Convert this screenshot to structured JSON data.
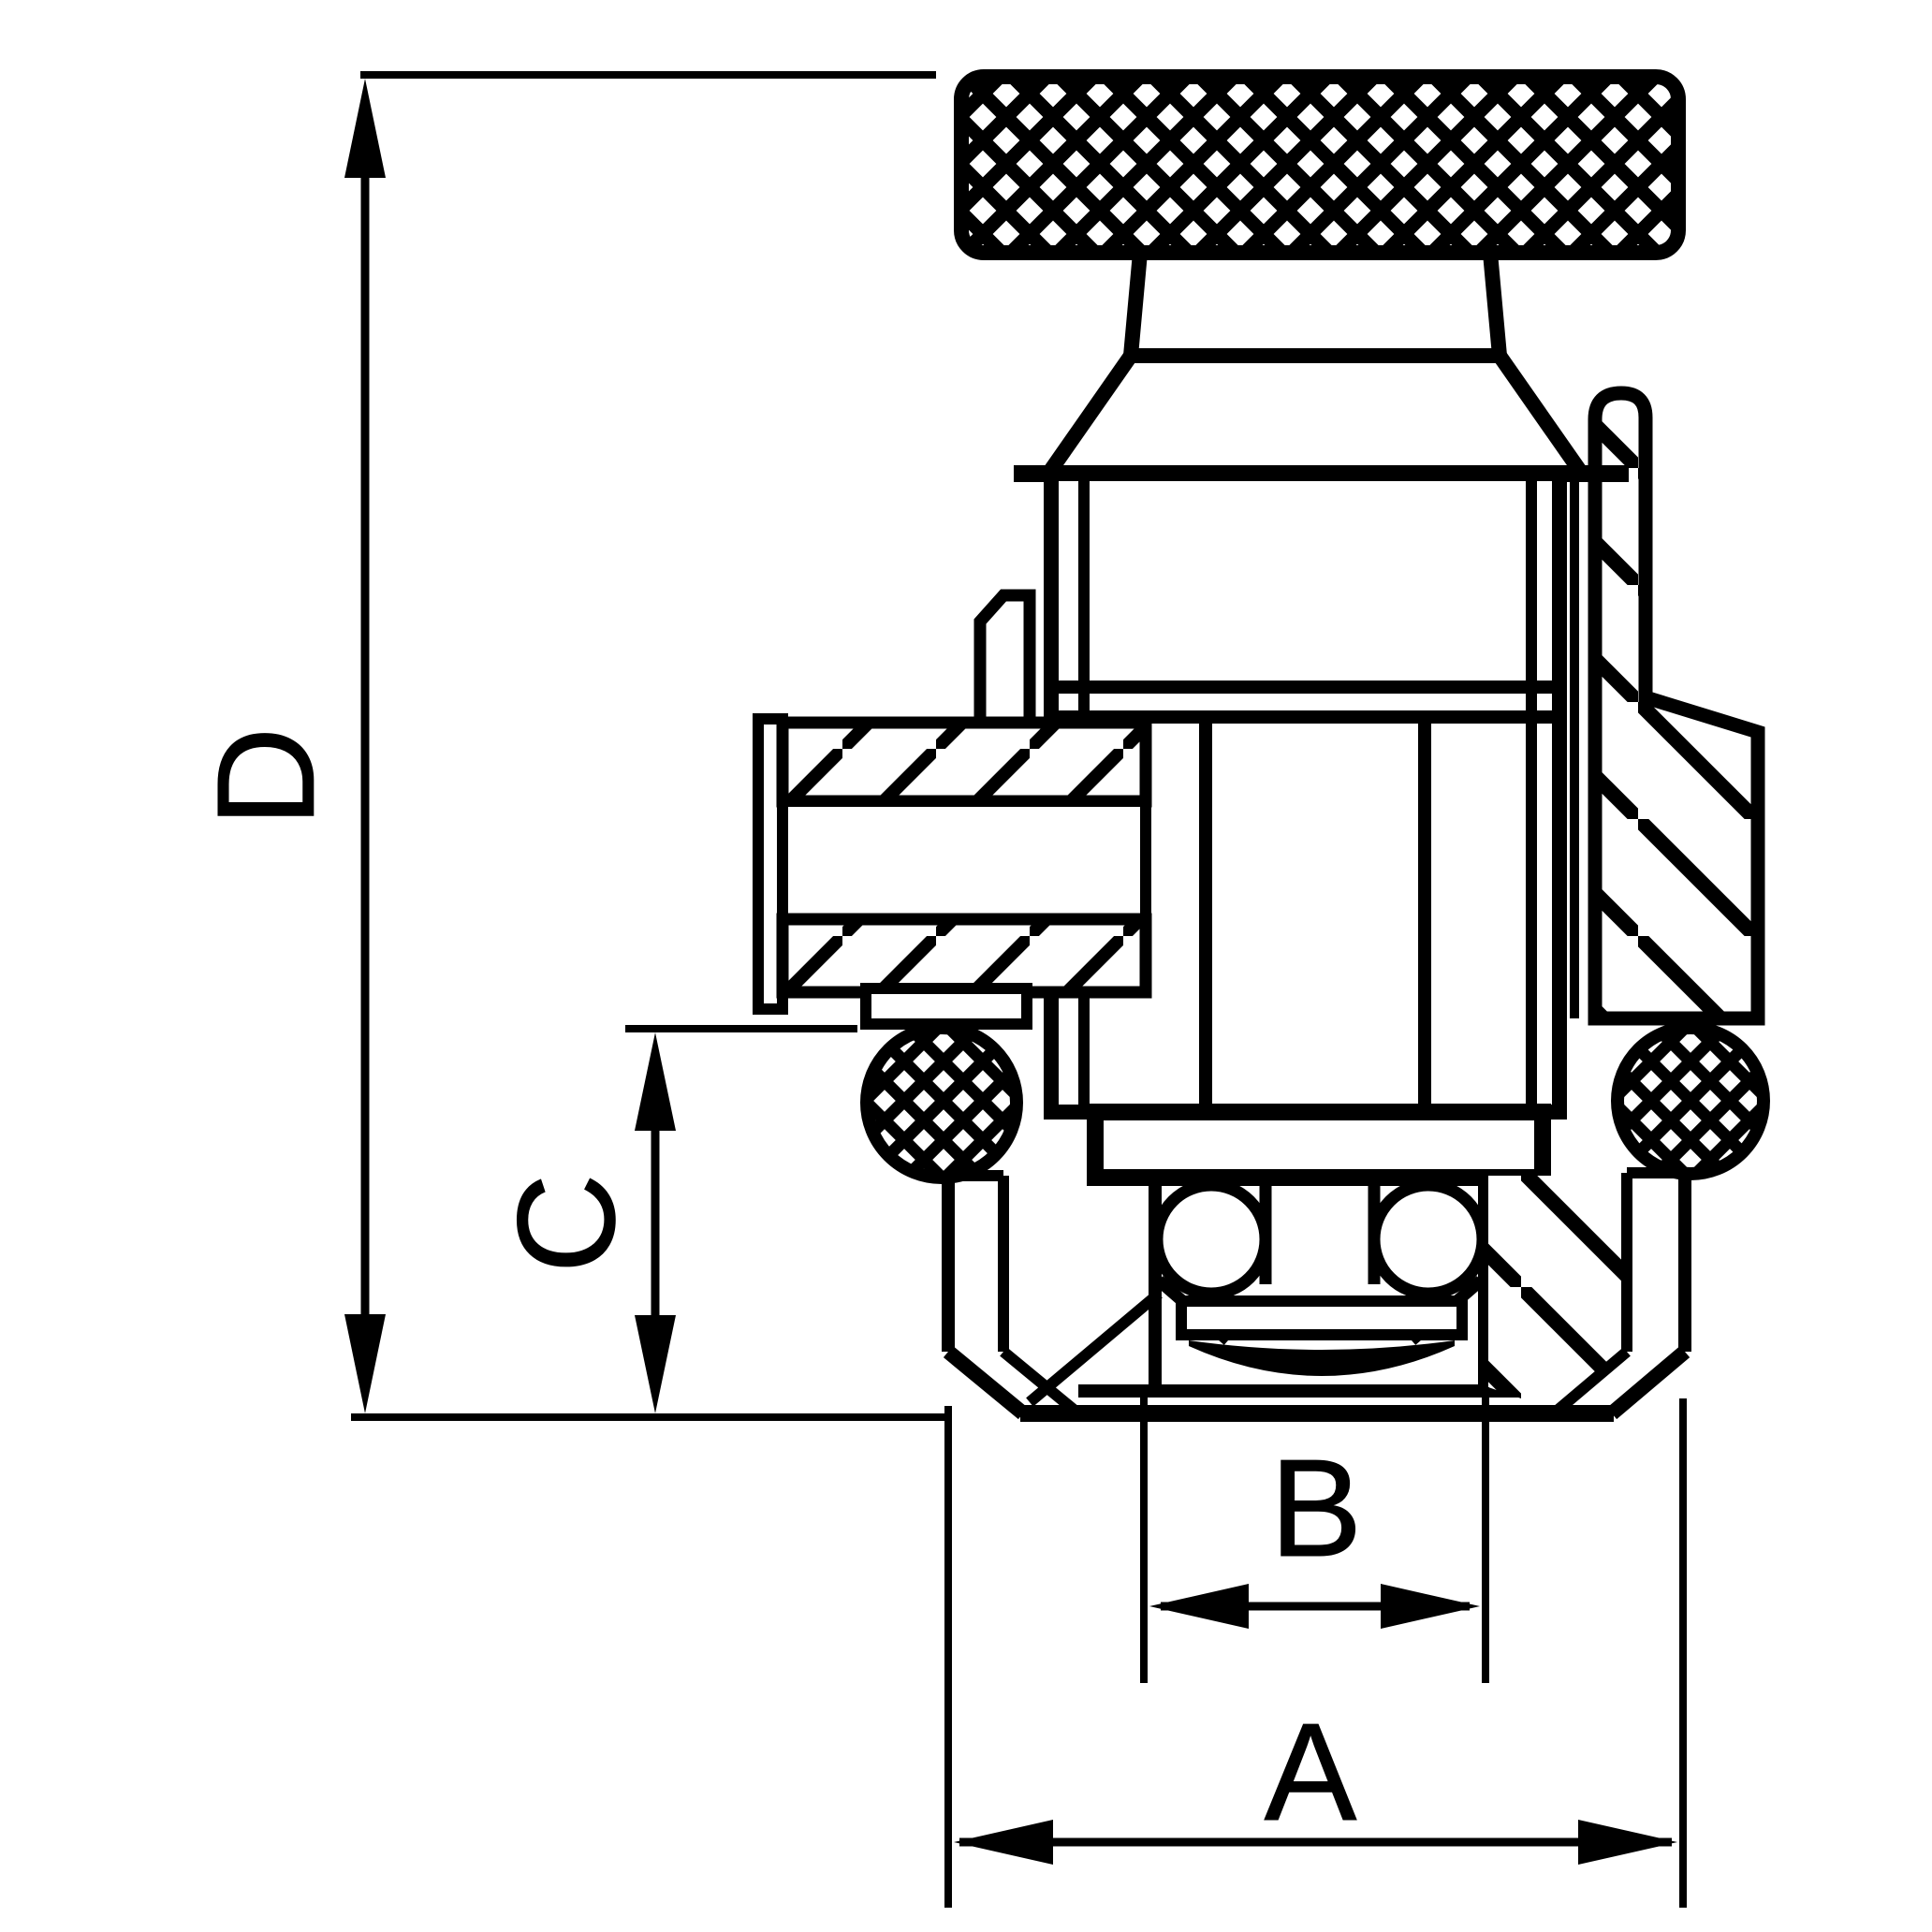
{
  "drawing": {
    "kind": "technical-section-drawing",
    "colors": {
      "line": "#000000",
      "background": "#ffffff"
    }
  },
  "dimensions": {
    "a": "A",
    "b": "B",
    "c": "C",
    "d": "D"
  }
}
